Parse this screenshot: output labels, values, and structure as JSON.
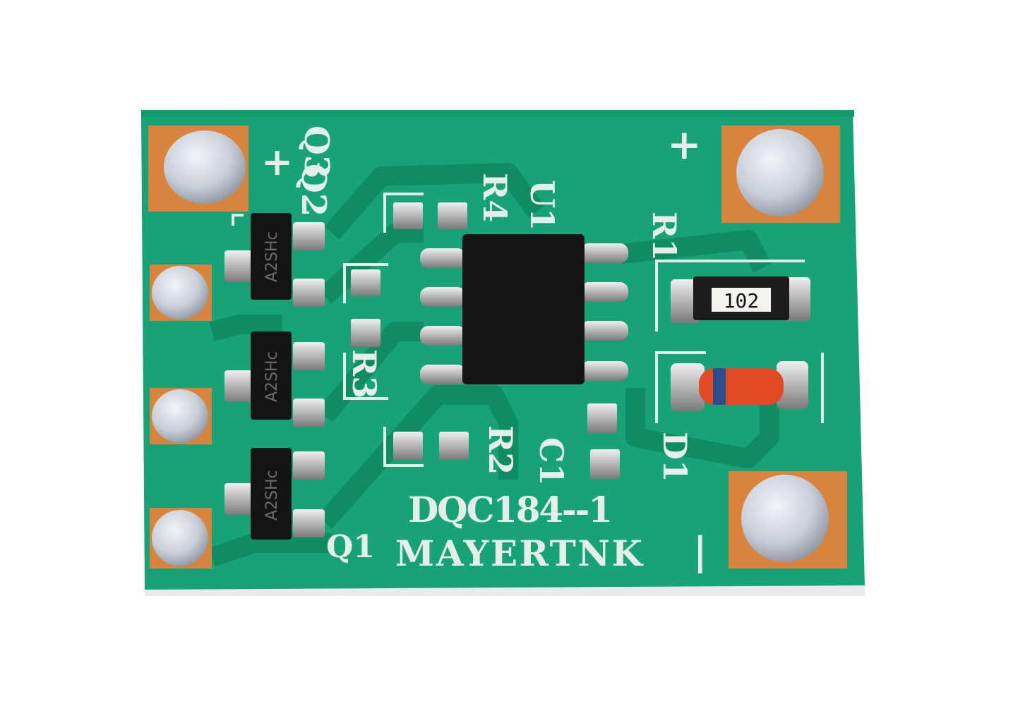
{
  "board": {
    "colors": {
      "board": "#17a377",
      "trace": "#0f8c63",
      "copper": "#d9843c",
      "solder": "#d8dde3",
      "chip": "#141414",
      "silkscreen": "#e4efe9"
    },
    "labels": {
      "q3": "Q3",
      "q2": "Q2",
      "q1": "Q1",
      "plus_left": "+",
      "plus_right": "+",
      "minus_right": "|",
      "r4": "R4",
      "u1": "U1",
      "r1": "R1",
      "r3": "R3",
      "r2": "R2",
      "c1": "C1",
      "d1": "D1",
      "model": "DQC184--1",
      "brand": "MAYERTNK"
    },
    "component_marks": {
      "resistor_code": "102",
      "transistor_code": "A2SHc"
    }
  }
}
